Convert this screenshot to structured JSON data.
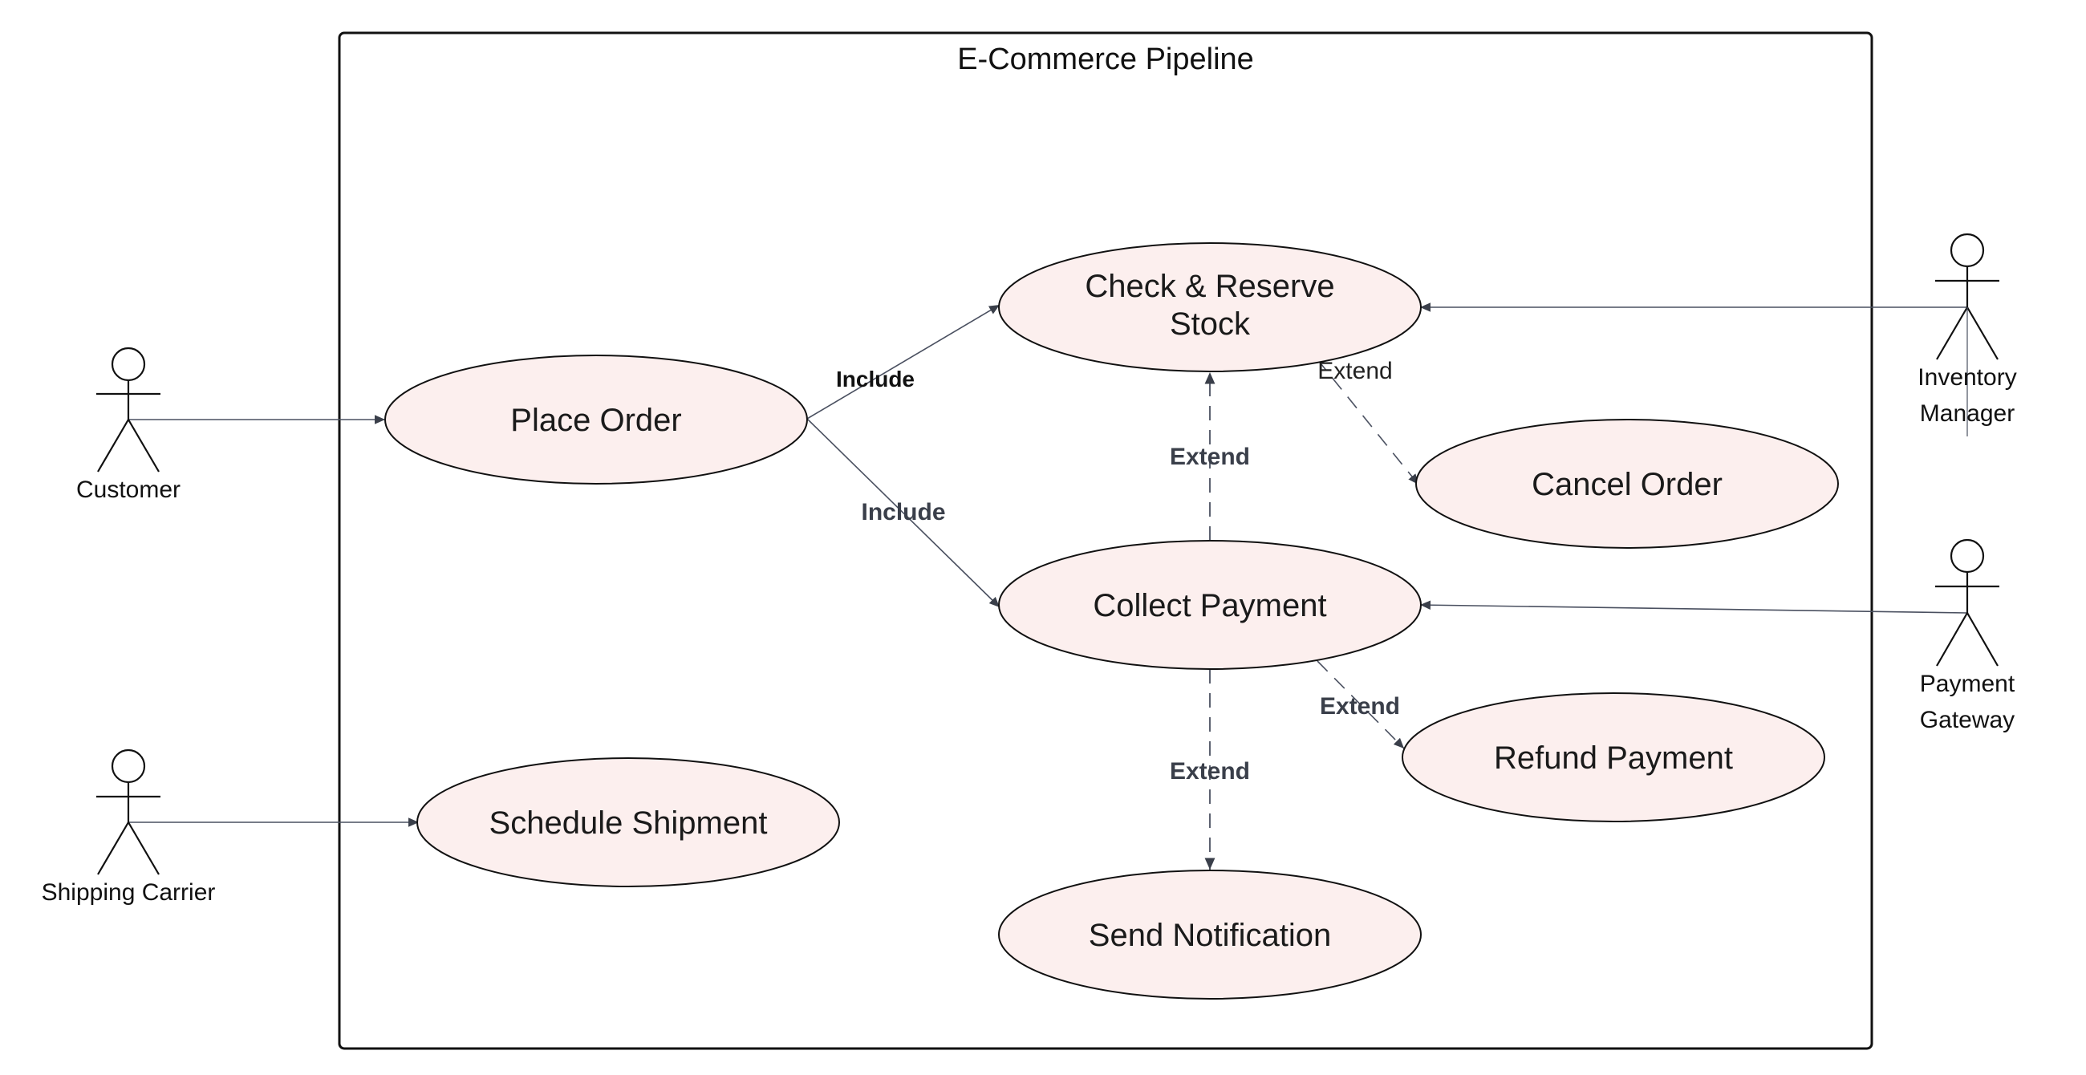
{
  "diagram": {
    "system_title": "E-Commerce Pipeline",
    "colors": {
      "usecase_fill": "#fcefee",
      "stroke": "#111111",
      "edge": "#4a5060"
    }
  },
  "actors": {
    "customer": "Customer",
    "shipping_carrier": "Shipping Carrier",
    "inventory_manager": [
      "Inventory",
      "Manager"
    ],
    "payment_gateway": [
      "Payment",
      "Gateway"
    ]
  },
  "use_cases": {
    "place_order": "Place Order",
    "check_reserve_stock": [
      "Check & Reserve",
      "Stock"
    ],
    "cancel_order": "Cancel Order",
    "collect_payment": "Collect Payment",
    "refund_payment": "Refund Payment",
    "schedule_shipment": "Schedule Shipment",
    "send_notification": "Send Notification"
  },
  "relations": {
    "include_stock": "Include",
    "include_payment": "Include",
    "extend_stock_cancel": "Extend",
    "extend_payment_stock": "Extend",
    "extend_payment_refund": "Extend",
    "extend_payment_notification": "Extend"
  }
}
